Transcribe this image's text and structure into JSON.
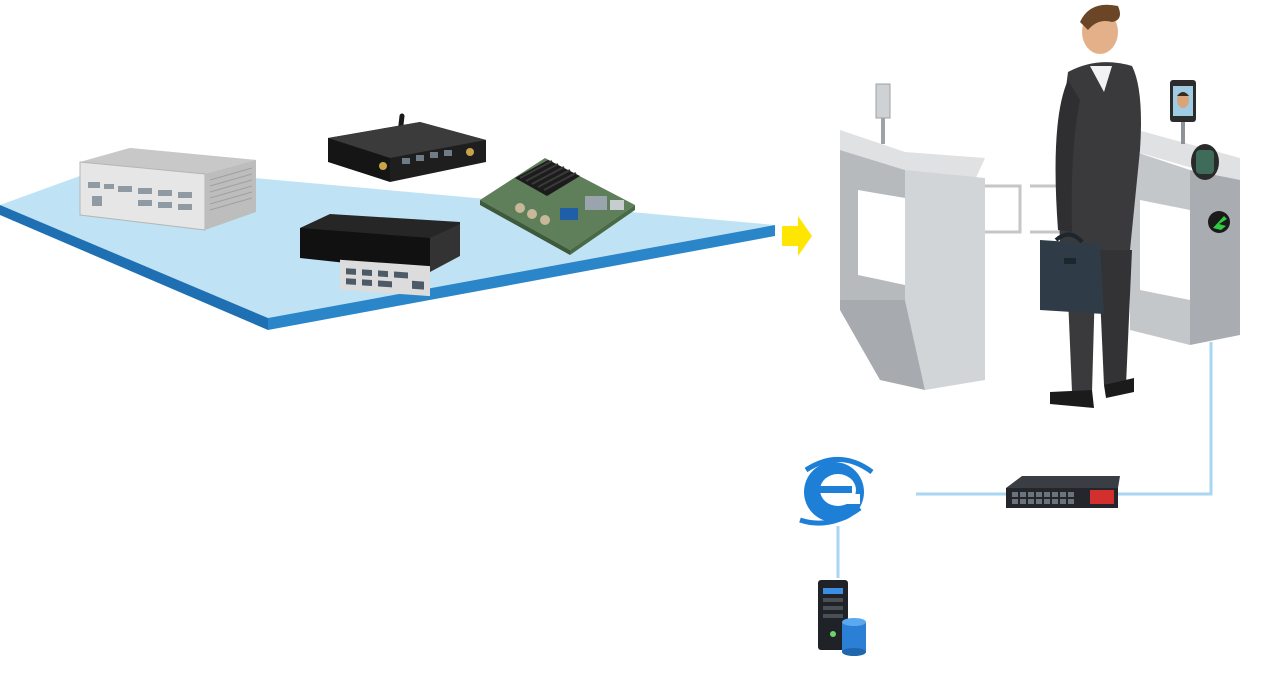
{
  "diagram": {
    "title": "",
    "colors": {
      "platform_top": "#bfe3f5",
      "platform_edge": "#1f6fb3",
      "arrow": "#ffe600",
      "connector": "#a9d6f2",
      "turnstile_steel": "#c8cacc",
      "suit": "#3a3a3c",
      "ie_blue": "#1e7fd6",
      "switch_red": "#d32f2f"
    },
    "hardware_group": {
      "items": [
        {
          "name": "fanless-box-pc",
          "icon": "industrial-box-pc-icon"
        },
        {
          "name": "mini-pc-with-antenna",
          "icon": "mini-pc-wifi-icon"
        },
        {
          "name": "embedded-controller",
          "icon": "embedded-pc-icon"
        },
        {
          "name": "mini-itx-motherboard",
          "icon": "motherboard-icon"
        }
      ]
    },
    "nodes": {
      "turnstile": {
        "icon": "turnstile-gate-icon",
        "label": ""
      },
      "face_terminal": {
        "icon": "face-recognition-terminal-icon",
        "label": ""
      },
      "person": {
        "icon": "businessman-icon",
        "label": ""
      },
      "switch": {
        "icon": "network-switch-icon",
        "label": ""
      },
      "browser": {
        "icon": "internet-explorer-icon",
        "label": ""
      },
      "server": {
        "icon": "server-database-icon",
        "label": ""
      }
    },
    "flow_arrow": {
      "icon": "right-arrow-icon"
    }
  }
}
